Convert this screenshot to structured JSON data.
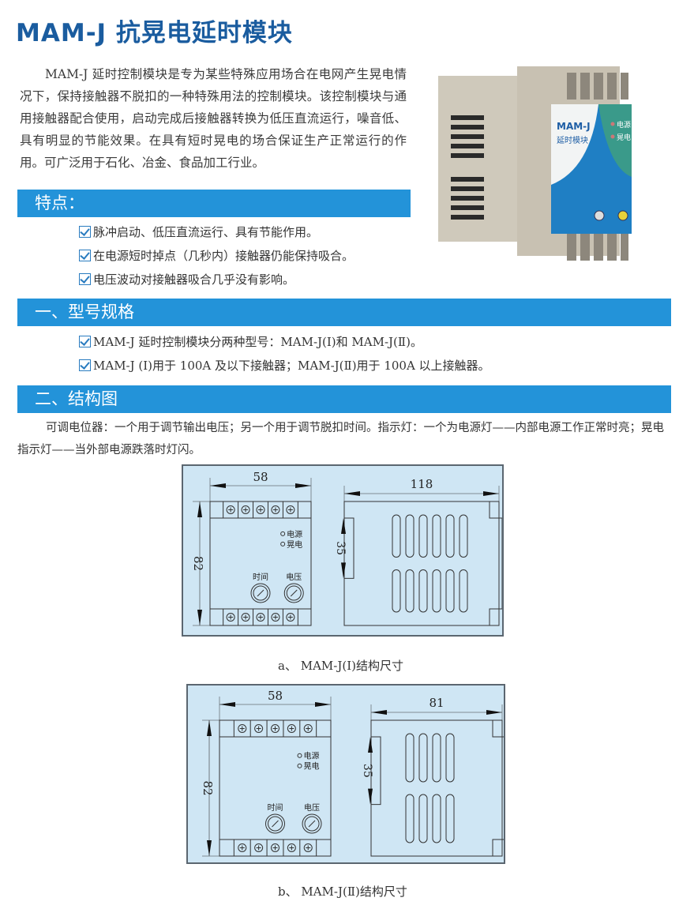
{
  "title": "MAM-J 抗晃电延时模块",
  "intro": "MAM-J 延时控制模块是专为某些特殊应用场合在电网产生晃电情况下，保持接触器不脱扣的一种特殊用法的控制模块。该控制模块与通用接触器配合使用，启动完成后接触器转换为低压直流运行，噪音低、具有明显的节能效果。在具有短时晃电的场合保证生产正常运行的作用。可广泛用于石化、冶金、食品加工行业。",
  "product": {
    "model": "MAM-J",
    "name": "延时模块",
    "led1": "电源",
    "led2": "晃电"
  },
  "features": {
    "heading": "特点：",
    "items": [
      "脉冲启动、低压直流运行、具有节能作用。",
      "在电源短时掉点（几秒内）接触器仍能保持吸合。",
      "电压波动对接触器吸合几乎没有影响。"
    ]
  },
  "section1": {
    "heading": "一、型号规格",
    "items": [
      "MAM-J 延时控制模块分两种型号：MAM-J(Ⅰ)和 MAM-J(Ⅱ)。",
      "MAM-J (Ⅰ)用于 100A 及以下接触器；MAM-J(Ⅱ)用于 100A 以上接触器。"
    ]
  },
  "section2": {
    "heading": "二、结构图",
    "text": "可调电位器：一个用于调节输出电压；另一个用于调节脱扣时间。指示灯：一个为电源灯——内部电源工作正常时亮；晃电指示灯——当外部电源跌落时灯闪。"
  },
  "diagrams": [
    {
      "width_label": "58",
      "height_label": "82",
      "depth_label": "118",
      "rail_label": "35",
      "led1": "电源",
      "led2": "晃电",
      "knob1": "时间",
      "knob2": "电压",
      "vent_columns": 6,
      "caption": "a、 MAM-J(Ⅰ)结构尺寸"
    },
    {
      "width_label": "58",
      "height_label": "82",
      "depth_label": "81",
      "rail_label": "35",
      "led1": "电源",
      "led2": "晃电",
      "knob1": "时间",
      "knob2": "电压",
      "vent_columns": 4,
      "caption": "b、 MAM-J(Ⅱ)结构尺寸"
    }
  ],
  "colors": {
    "title": "#1a5c9f",
    "banner": "#2393d9",
    "diagram_bg": "#cfe6f4"
  }
}
